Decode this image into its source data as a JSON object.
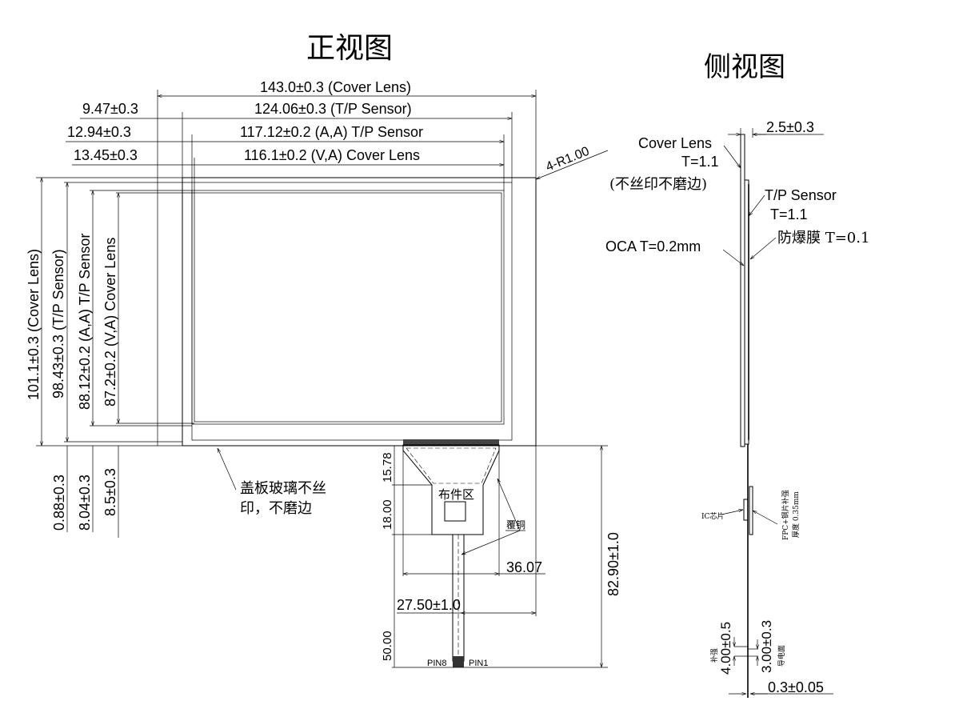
{
  "titles": {
    "front_view": "正视图",
    "side_view": "侧视图"
  },
  "front": {
    "dim_cover_lens_w": "143.0±0.3 (Cover Lens)",
    "dim_tp_sensor_w": "124.06±0.3 (T/P Sensor)",
    "dim_aa_w": "117.12±0.2 (A,A) T/P Sensor",
    "dim_va_w": "116.1±0.2 (V,A) Cover Lens",
    "offset_1": "9.47±0.3",
    "offset_2": "12.94±0.3",
    "offset_3": "13.45±0.3",
    "corner_radius": "4-R1.00",
    "dim_cover_lens_h": "101.1±0.3 (Cover Lens)",
    "dim_tp_sensor_h": "98.43±0.3 (T/P Sensor)",
    "dim_aa_h": "88.12±0.2 (A,A) T/P Sensor",
    "dim_va_h": "87.2±0.2 (V,A) Cover Lens",
    "bottom_offset_1": "0.88±0.3",
    "bottom_offset_2": "8.04±0.3",
    "bottom_offset_3": "8.5±0.3",
    "note_line1": "盖板玻璃不丝",
    "note_line2": "印，不磨边",
    "fpc_dim_1": "15.78",
    "fpc_dim_2": "18.00",
    "fpc_dim_3": "50.00",
    "fpc_component_area": "布件区",
    "fpc_copper": "覆铜",
    "fpc_width": "36.07",
    "fpc_offset": "27.50±1.0",
    "fpc_length": "82.90±1.0",
    "pin8": "PIN8",
    "pin1": "PIN1"
  },
  "side": {
    "total_thickness": "2.5±0.3",
    "cover_lens": "Cover Lens",
    "cover_lens_t": "T=1.1",
    "cover_lens_note": "(不丝印不磨边)",
    "tp_sensor": "T/P Sensor",
    "tp_sensor_t": "T=1.1",
    "explosion_film": "防爆膜  T=0.1",
    "oca": "OCA T=0.2mm",
    "ic_chip": "IC芯片",
    "fpc_stiffener_1": "FPC+钢片补强",
    "fpc_stiffener_2": "厚度 0.35mm",
    "stiffener_label": "补强",
    "stiffener_dim": "4.00±0.5",
    "conductive_label": "导电面",
    "conductive_dim": "3.00±0.3",
    "fpc_thickness": "0.3±0.05"
  }
}
